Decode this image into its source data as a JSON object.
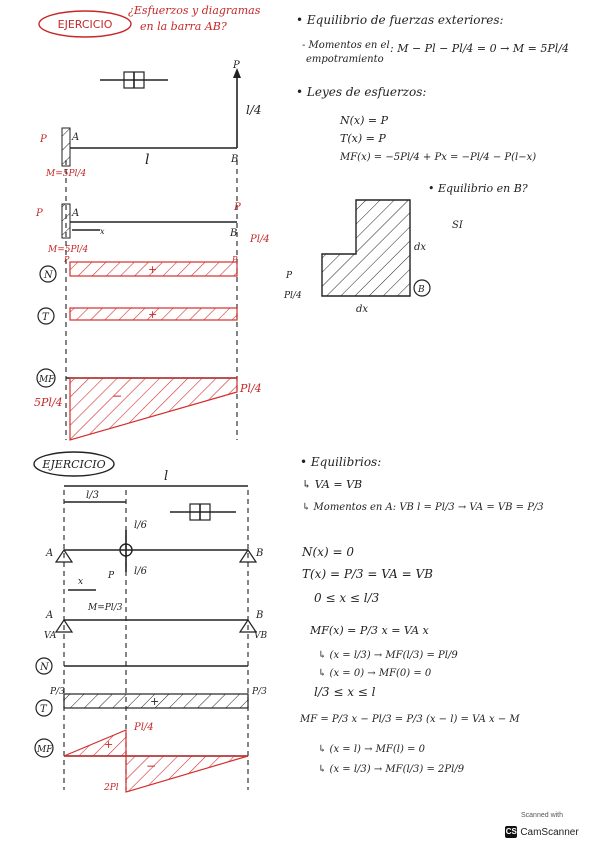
{
  "ex1": {
    "title": "EJERCICIO",
    "question_line1": "¿Esfuerzos y diagramas",
    "question_line2": "en la barra AB?",
    "label_A": "A",
    "label_B": "B",
    "label_P": "P",
    "label_l": "l",
    "label_l4": "l/4",
    "label_M": "M=5Pl/4",
    "label_x": "x",
    "label_Pl4": "Pl/4",
    "diag_N": "N",
    "diag_T": "T",
    "diag_MF": "MF",
    "sign_plus": "+",
    "sign_minus": "−",
    "val_5Pl4": "5Pl/4",
    "val_Pl4": "Pl/4"
  },
  "ex1_eq": {
    "head": "• Equilibrio de fuerzas exteriores:",
    "mom_lbl1": "- Momentos en el",
    "mom_lbl2": "empotramiento",
    "mom_eq": ": M − Pl − Pl/4 = 0 → M = 5Pl/4",
    "laws_head": "• Leyes de esfuerzos:",
    "N": "N(x) = P",
    "T": "T(x) = P",
    "MF": "MF(x) = −5Pl/4 + Px = −Pl/4 − P(l−x)",
    "eqB": "• Equilibrio en B?",
    "si": "SI",
    "dx": "dx",
    "Pl4": "Pl/4",
    "P": "P"
  },
  "ex2": {
    "title": "EJERCICIO",
    "label_l": "l",
    "label_l3": "l/3",
    "label_l6": "l/6",
    "label_A": "A",
    "label_B": "B",
    "label_P": "P",
    "label_x": "x",
    "label_M": "M=Pl/3",
    "label_VA": "VA",
    "label_VB": "VB",
    "diag_N": "N",
    "diag_T": "T",
    "diag_MF": "MF",
    "P3": "P/3",
    "Pl4": "Pl/4",
    "two_Pl": "2Pl",
    "sign_plus": "+",
    "sign_minus": "−"
  },
  "ex2_eq": {
    "head": "• Equilibrios:",
    "va_vb": "↳ VA = VB",
    "mom": "↳ Momentos en A: VB l = Pl/3 → VA = VB = P/3",
    "N": "N(x) = 0",
    "T": "T(x) = P/3 = VA = VB",
    "range1": "0 ≤ x ≤ l/3",
    "mf1": "MF(x) = P/3 x = VA x",
    "mf1a": "↳ (x = l/3) → MF(l/3) = Pl/9",
    "mf1b": "↳ (x = 0) → MF(0) = 0",
    "range2": "l/3 ≤ x ≤ l",
    "mf2": "MF = P/3 x − Pl/3 = P/3 (x − l) = VA x − M",
    "mf2a": "↳ (x = l) → MF(l) = 0",
    "mf2b": "↳ (x = l/3) → MF(l/3) = 2Pl/9"
  },
  "badge": {
    "line1": "Scanned with",
    "brand": "CamScanner",
    "glyph": "CS"
  }
}
